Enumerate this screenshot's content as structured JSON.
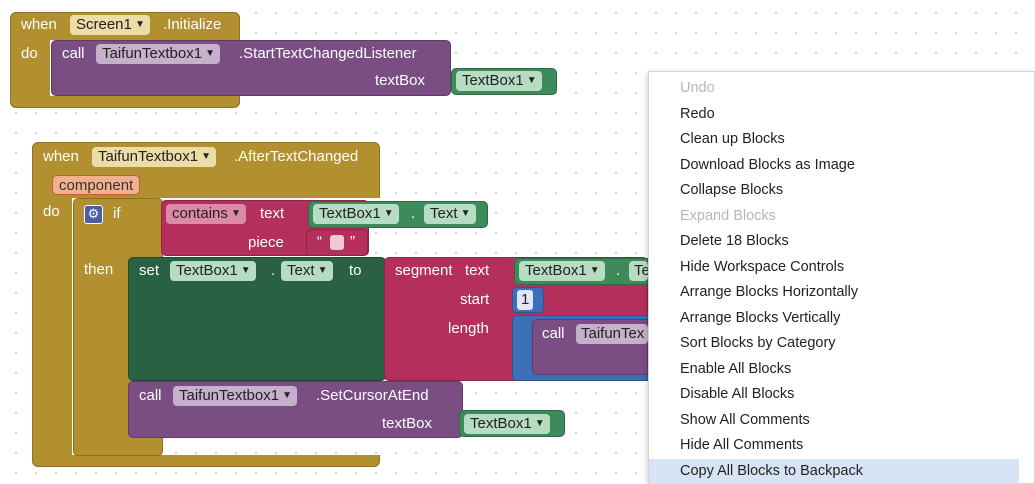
{
  "blocks": {
    "init_event": {
      "when_label": "when",
      "component": "Screen1",
      "event": ".Initialize",
      "do_label": "do",
      "call_label": "call",
      "call_component": "TaifunTextbox1",
      "call_method": ".StartTextChangedListener",
      "param_label": "textBox",
      "param_value": "TextBox1"
    },
    "after_event": {
      "when_label": "when",
      "component": "TaifunTextbox1",
      "event": ".AfterTextChanged",
      "param_name": "component",
      "do_label": "do",
      "if_label": "if",
      "then_label": "then",
      "contains_label": "contains",
      "text_label": "text",
      "text_component": "TextBox1",
      "text_property": "Text",
      "piece_label": "piece",
      "quote_open": "“",
      "quote_close": "”",
      "set_label": "set",
      "set_component": "TextBox1",
      "set_property": "Text",
      "to_label": "to",
      "segment_label": "segment",
      "segment_text_label": "text",
      "segment_component": "TextBox1",
      "segment_property_partial": "Te",
      "start_label": "start",
      "start_value": "1",
      "length_label": "length",
      "length_call_label": "call",
      "length_call_component": "TaifunTex",
      "cursor_call_label": "call",
      "cursor_component": "TaifunTextbox1",
      "cursor_method": ".SetCursorAtEnd",
      "cursor_param_label": "textBox",
      "cursor_param_value": "TextBox1",
      "dot": "."
    }
  },
  "context_menu": {
    "items": [
      {
        "label": "Undo",
        "enabled": false
      },
      {
        "label": "Redo",
        "enabled": true
      },
      {
        "label": "Clean up Blocks",
        "enabled": true
      },
      {
        "label": "Download Blocks as Image",
        "enabled": true
      },
      {
        "label": "Collapse Blocks",
        "enabled": true
      },
      {
        "label": "Expand Blocks",
        "enabled": false
      },
      {
        "label": "Delete 18 Blocks",
        "enabled": true
      },
      {
        "label": "Hide Workspace Controls",
        "enabled": true
      },
      {
        "label": "Arrange Blocks Horizontally",
        "enabled": true
      },
      {
        "label": "Arrange Blocks Vertically",
        "enabled": true
      },
      {
        "label": "Sort Blocks by Category",
        "enabled": true
      },
      {
        "label": "Enable All Blocks",
        "enabled": true
      },
      {
        "label": "Disable All Blocks",
        "enabled": true
      },
      {
        "label": "Show All Comments",
        "enabled": true
      },
      {
        "label": "Hide All Comments",
        "enabled": true
      },
      {
        "label": "Copy All Blocks to Backpack",
        "enabled": true,
        "highlighted": true
      }
    ]
  }
}
